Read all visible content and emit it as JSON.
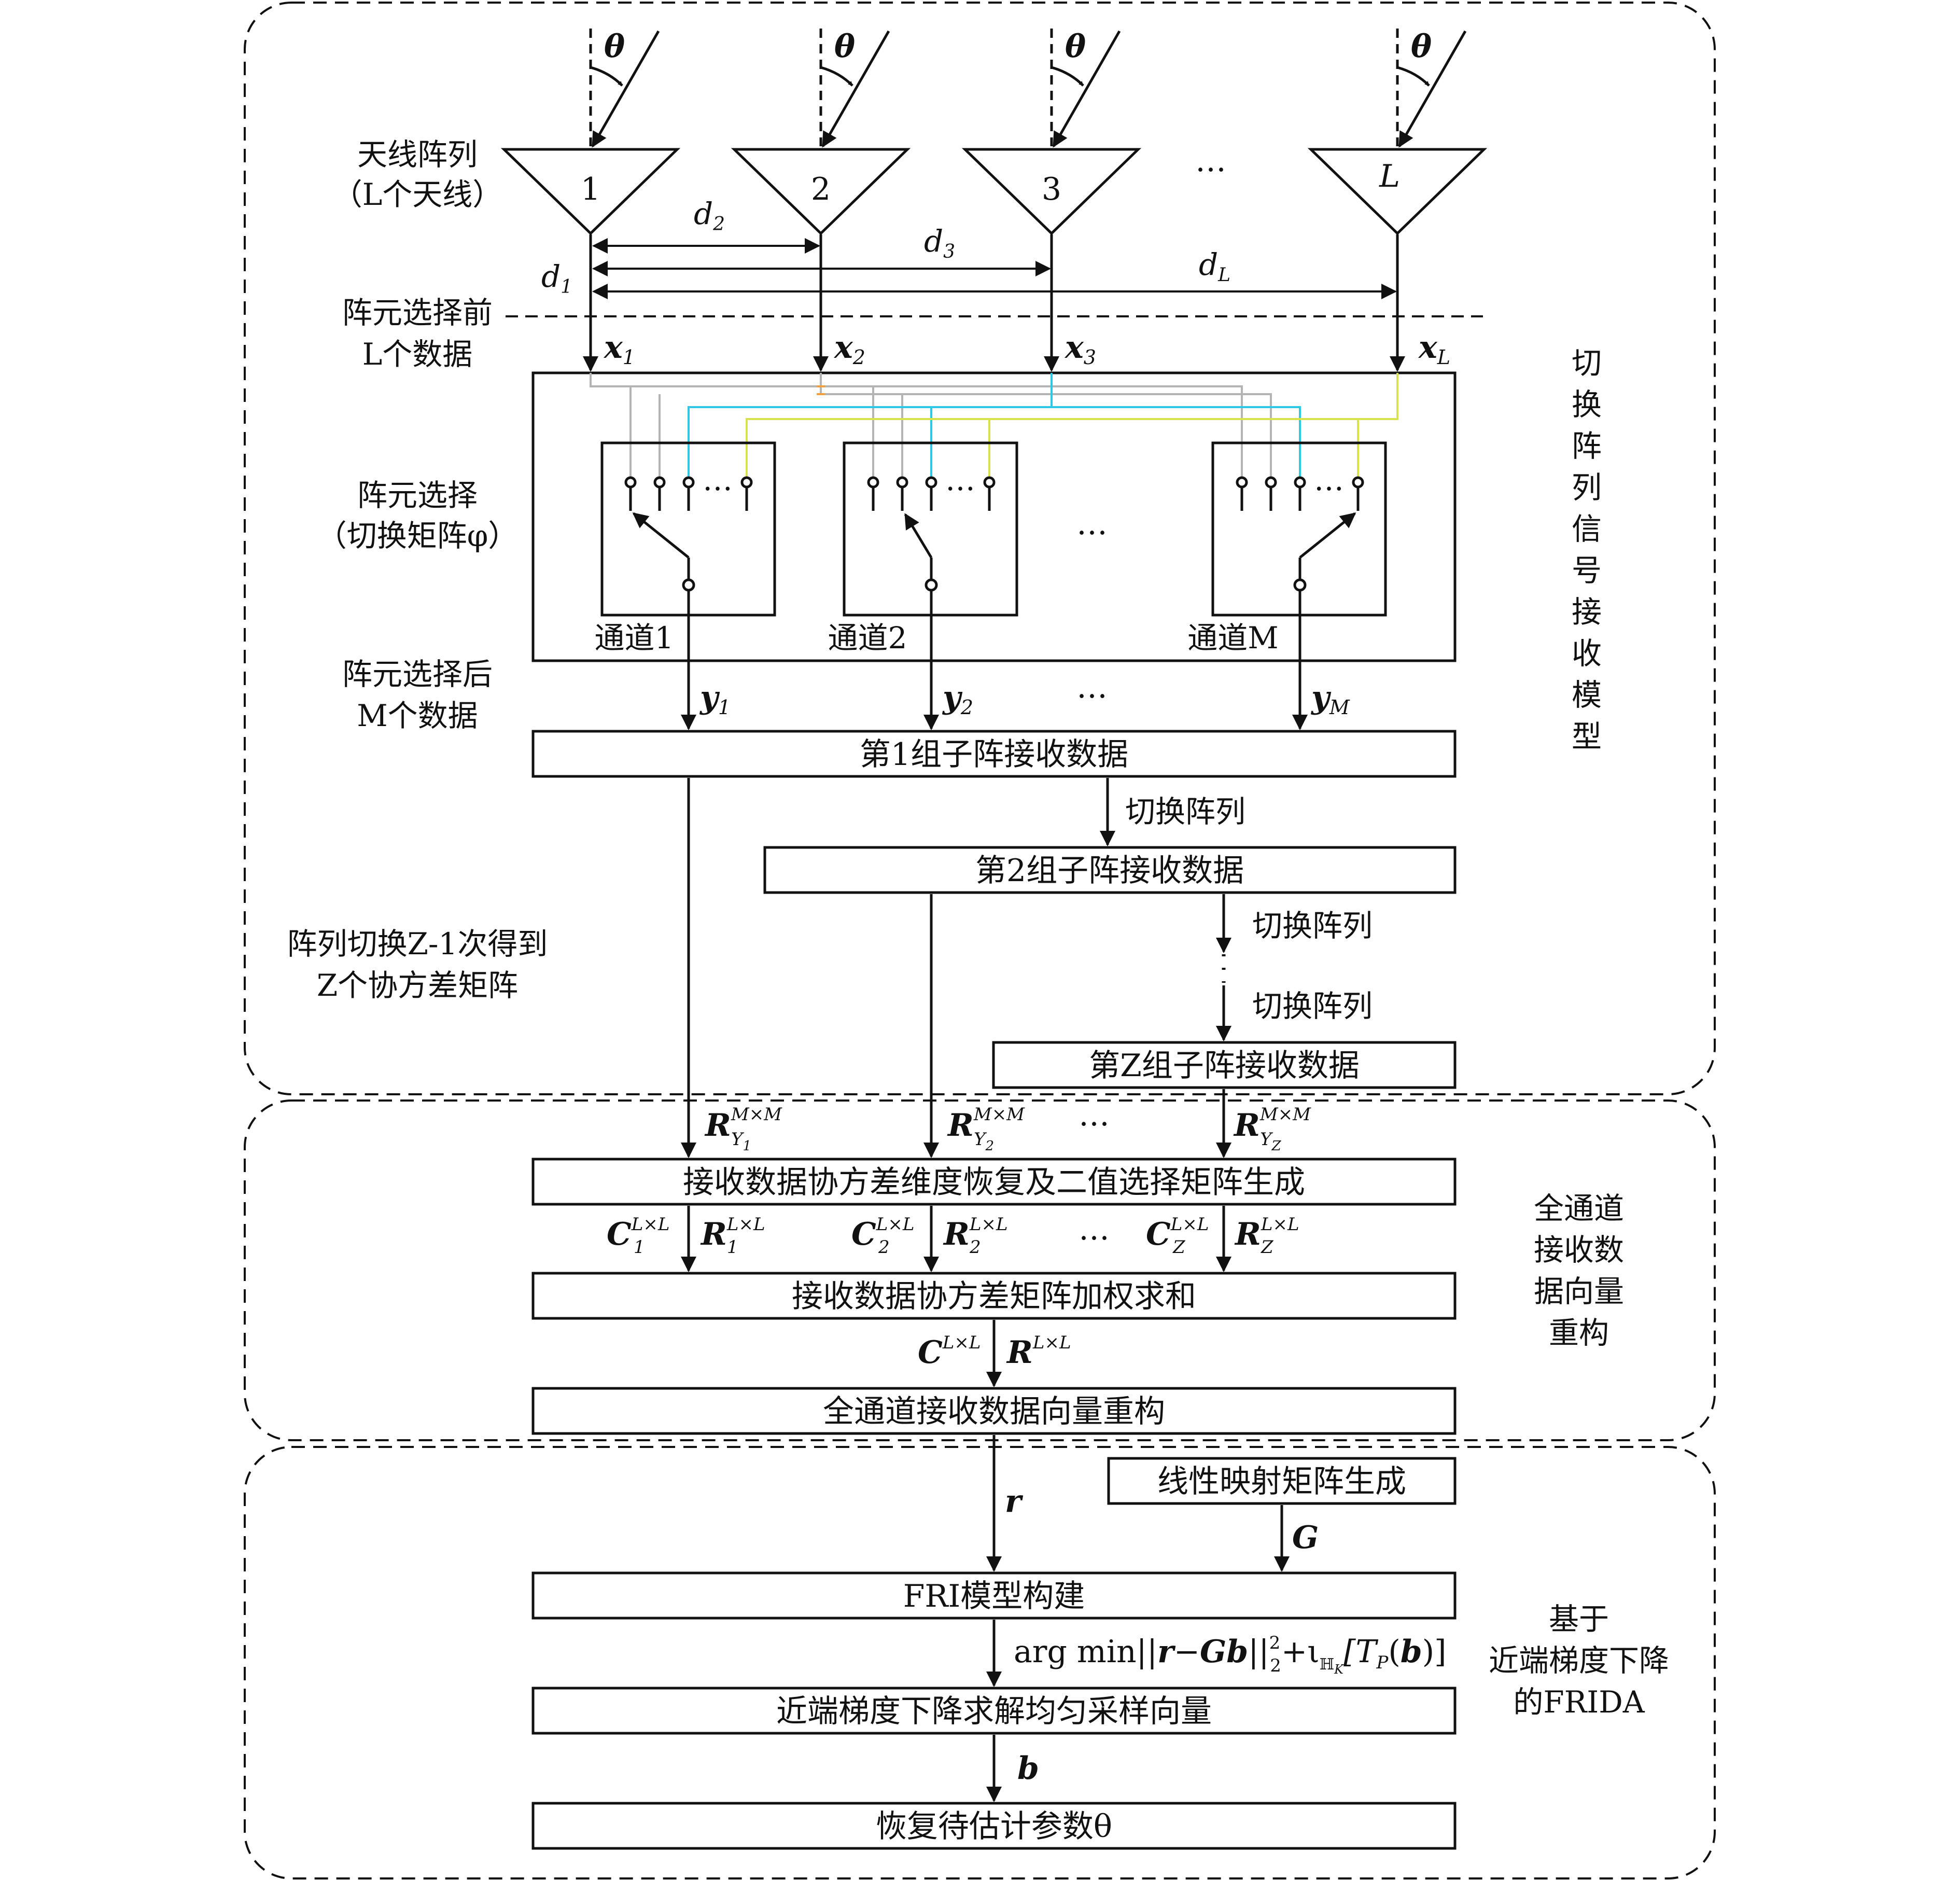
{
  "colors": {
    "line": "#111111",
    "gray_wire": "#b4b4b4",
    "cyan_wire": "#2ec8e6",
    "yellow_wire": "#d9e24a",
    "orange_wire": "#f0a040"
  },
  "theta": "θ",
  "antennas": [
    {
      "label": "1"
    },
    {
      "label": "2"
    },
    {
      "label": "3"
    },
    {
      "label": "L"
    }
  ],
  "antenna_ellipsis": "…",
  "antenna_array": {
    "line1": "天线阵列",
    "line2": "（L个天线）"
  },
  "distances": {
    "d1": "d",
    "d1_sub": "1",
    "d2": "d",
    "d2_sub": "2",
    "d3": "d",
    "d3_sub": "3",
    "dL": "d",
    "dL_sub": "L"
  },
  "before_select": {
    "line1": "阵元选择前",
    "line2": "L个数据"
  },
  "x_labels": [
    {
      "base": "x",
      "sub": "1"
    },
    {
      "base": "x",
      "sub": "2"
    },
    {
      "base": "x",
      "sub": "3"
    },
    {
      "base": "x",
      "sub": "L"
    }
  ],
  "element_select": {
    "line1": "阵元选择",
    "line2": "（切换矩阵φ）"
  },
  "channels": [
    "通道1",
    "通道2",
    "通道M"
  ],
  "channel_ellipsis": "…",
  "after_select": {
    "line1": "阵元选择后",
    "line2": "M个数据"
  },
  "y_labels": [
    {
      "base": "y",
      "sub": "1"
    },
    {
      "base": "y",
      "sub": "2"
    },
    {
      "base": "y",
      "sub": "M"
    }
  ],
  "y_ellipsis": "…",
  "subarray_boxes": [
    "第1组子阵接收数据",
    "第2组子阵接收数据",
    "第Z组子阵接收数据"
  ],
  "switch_labels": [
    "切换阵列",
    "切换阵列",
    "切换阵列"
  ],
  "switch_z": {
    "line1": "阵列切换Z-1次得到",
    "line2": "Z个协方差矩阵"
  },
  "section_titles": {
    "section1": [
      "切",
      "换",
      "阵",
      "列",
      "信",
      "号",
      "接",
      "收",
      "模",
      "型"
    ],
    "section2": [
      "全通道",
      "接收数",
      "据向量",
      "重构"
    ],
    "section3": [
      "基于",
      "近端梯度下降",
      "的FRIDA"
    ]
  },
  "R_Y_labels": [
    {
      "base": "R",
      "sup": "M×M",
      "sub": "Y",
      "subsub": "1"
    },
    {
      "base": "R",
      "sup": "M×M",
      "sub": "Y",
      "subsub": "2"
    },
    {
      "base": "R",
      "sup": "M×M",
      "sub": "Y",
      "subsub": "Z"
    }
  ],
  "RY_ellipsis": "…",
  "box_restore": "接收数据协方差维度恢复及二值选择矩阵生成",
  "CR_labels": [
    {
      "c": "C",
      "c_sub": "1",
      "r": "R",
      "r_sub": "1",
      "sup": "L×L"
    },
    {
      "c": "C",
      "c_sub": "2",
      "r": "R",
      "r_sub": "2",
      "sup": "L×L"
    },
    {
      "c": "C",
      "c_sub": "Z",
      "r": "R",
      "r_sub": "Z",
      "sup": "L×L"
    }
  ],
  "CR_ellipsis": "…",
  "box_weight": "接收数据协方差矩阵加权求和",
  "CR_total": {
    "c": "C",
    "r": "R",
    "sup": "L×L"
  },
  "box_rebuild": "全通道接收数据向量重构",
  "r_label": "r",
  "box_linear": "线性映射矩阵生成",
  "G_label": "G",
  "box_fri": "FRI模型构建",
  "argmin": {
    "pre": "arg min||",
    "r": "r",
    "minus": "−",
    "Gb": "Gb",
    "norm": "||",
    "pow": "2",
    "sub2": "2",
    "plus": "+ι",
    "H": "ℍ",
    "K": "K",
    "T": "[T",
    "P": "P",
    "b_open": "(",
    "b": "b",
    "b_close": ")]"
  },
  "box_prox": "近端梯度下降求解均匀采样向量",
  "b_label": "b",
  "box_final": "恢复待估计参数θ"
}
